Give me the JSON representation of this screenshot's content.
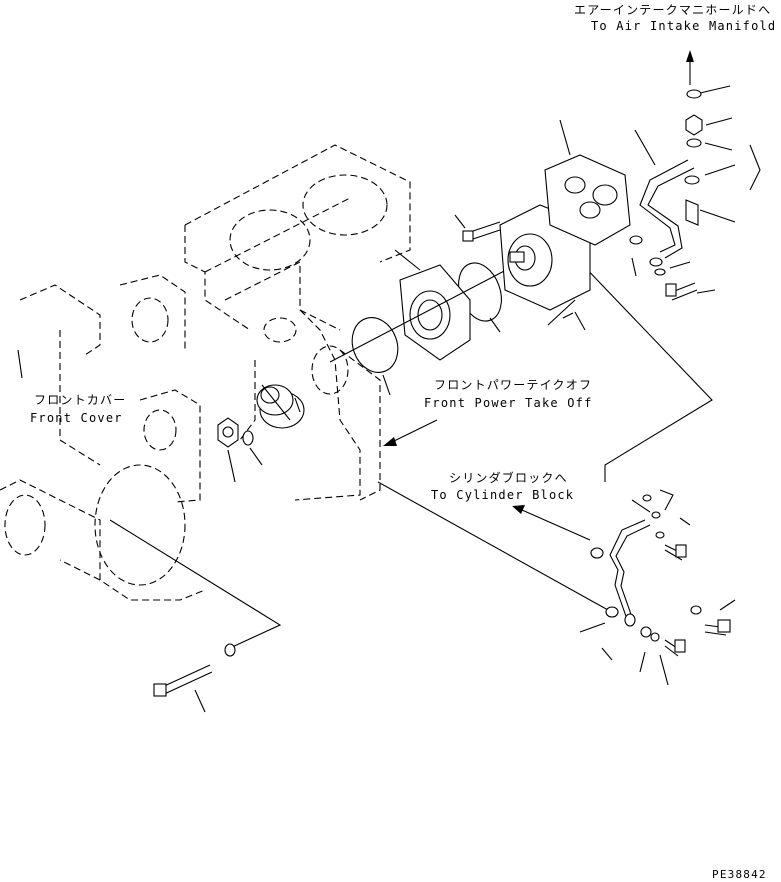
{
  "labels": {
    "air_intake_jp": "エアーインテークマニホールドへ",
    "air_intake_en": "To Air Intake Manifold",
    "front_cover_jp": "フロントカバー",
    "front_cover_en": "Front Cover",
    "front_pto_jp": "フロントパワーテイクオフ",
    "front_pto_en": "Front Power Take Off",
    "cyl_block_jp": "シリンダブロックへ",
    "cyl_block_en": "To Cylinder Block",
    "drawing_code": "PE38842"
  }
}
